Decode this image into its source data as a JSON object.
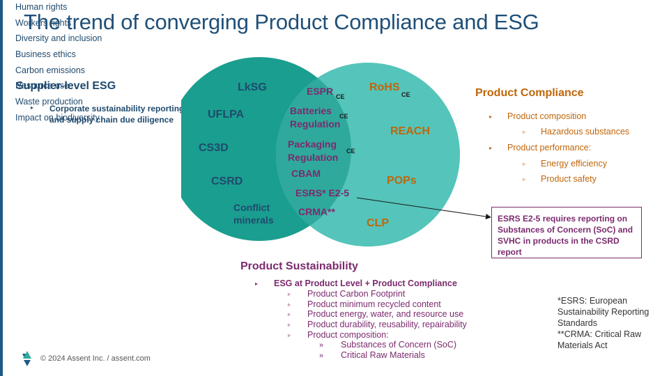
{
  "title": "The trend of converging Product Compliance and ESG",
  "supplier_esg": {
    "heading": "Supplier-level ESG",
    "main_item": "Corporate sustainability reporting and supply chain due diligence",
    "items": [
      "Human rights",
      "Workers rights",
      "Diversity and inclusion",
      "Business ethics",
      "Carbon emissions",
      "Resource use",
      "Waste production",
      "Impact on biodiversity"
    ]
  },
  "product_compliance": {
    "heading": "Product Compliance",
    "items": [
      {
        "label": "Product composition",
        "sub": [
          "Hazardous substances"
        ]
      },
      {
        "label": "Product performance:",
        "sub": [
          "Energy efficiency",
          "Product safety"
        ]
      }
    ]
  },
  "venn": {
    "left_labels": [
      "LkSG",
      "UFLPA",
      "CS3D",
      "CSRD"
    ],
    "left_bottom": "Conflict minerals",
    "center_labels": [
      "ESPR",
      "Batteries Regulation",
      "Packaging Regulation",
      "CBAM",
      "ESRS* E2-5",
      "CRMA**"
    ],
    "right_labels": [
      "RoHS",
      "REACH",
      "POPs",
      "CLP"
    ],
    "ce_mark": "CE",
    "colors": {
      "left_circle": "#1a9e8f",
      "right_circle": "#4dbfb5",
      "overlap": "#2fa99c"
    }
  },
  "callout": "ESRS E2-5 requires reporting on Substances of Concern (SoC) and SVHC in products in the CSRD report",
  "product_sustainability": {
    "heading": "Product Sustainability",
    "main_item": "ESG at Product Level + Product Compliance",
    "items": [
      "Product Carbon Footprint",
      "Product minimum recycled content",
      "Product energy, water, and resource use",
      "Product durability, reusability, repairability",
      "Product composition:"
    ],
    "sub_items": [
      "Substances of Concern (SoC)",
      "Critical Raw Materials"
    ]
  },
  "footnotes": {
    "esrs": "*ESRS: European Sustainability Reporting Standards",
    "crma": "**CRMA: Critical Raw Materials Act"
  },
  "footer": "© 2024 Assent Inc.  / assent.com",
  "icons": {
    "bullet": "triangle-right-icon",
    "logo": "assent-logo-icon"
  }
}
